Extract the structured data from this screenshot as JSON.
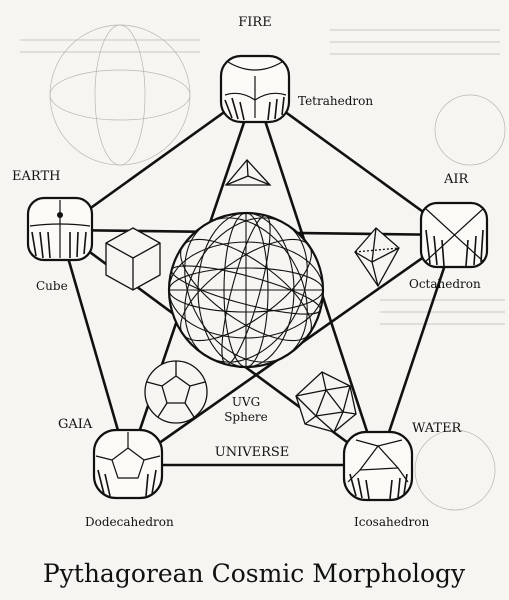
{
  "title": "Pythagorean Cosmic Morphology",
  "elements": {
    "fire": "FIRE",
    "earth": "EARTH",
    "air": "AIR",
    "water": "WATER",
    "gaia": "GAIA",
    "universe": "UNIVERSE"
  },
  "solids": {
    "tetrahedron": "Tetrahedron",
    "cube": "Cube",
    "octahedron": "Octahedron",
    "dodecahedron": "Dodecahedron",
    "icosahedron": "Icosahedron"
  },
  "center": {
    "line1": "UVG",
    "line2": "Sphere"
  },
  "colors": {
    "ink": "#111111",
    "paper": "#f6f5f1"
  }
}
